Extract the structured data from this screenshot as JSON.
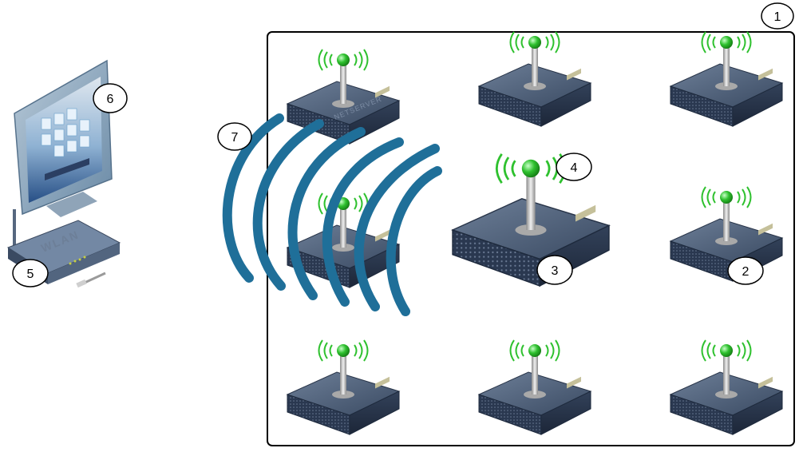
{
  "diagram": {
    "callouts": [
      {
        "id": "boundary-callout",
        "label": "1"
      },
      {
        "id": "server-callout",
        "label": "2"
      },
      {
        "id": "central-server-callout",
        "label": "3"
      },
      {
        "id": "antenna-callout",
        "label": "4"
      },
      {
        "id": "router-callout",
        "label": "5"
      },
      {
        "id": "monitor-callout",
        "label": "6"
      },
      {
        "id": "wifi-signal-callout",
        "label": "7"
      }
    ],
    "router_text": "WLAN",
    "server_text": "NETSERVER",
    "colors": {
      "server_body": "#3f5068",
      "antenna_bulb": "#2fc12f",
      "signal_wave": "#1f6f99",
      "boundary": "#000000"
    },
    "icons": [
      "server-icon",
      "wifi-antenna-icon",
      "monitor-icon",
      "router-icon",
      "usb-cable-icon",
      "wifi-signal-icon"
    ]
  }
}
